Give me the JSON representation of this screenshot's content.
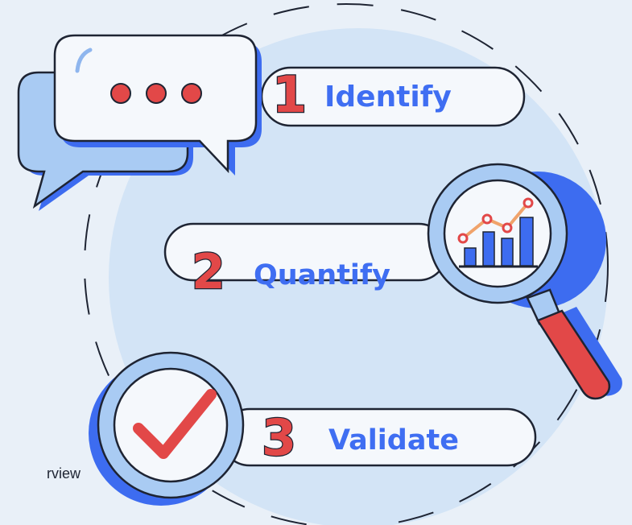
{
  "steps": [
    {
      "number": "1",
      "label": "Identify",
      "icon": "speech-bubble-icon"
    },
    {
      "number": "2",
      "label": "Quantify",
      "icon": "magnifier-chart-icon"
    },
    {
      "number": "3",
      "label": "Validate",
      "icon": "check-magnifier-icon"
    }
  ],
  "caption": "rview",
  "colors": {
    "background": "#e9f0f8",
    "circle": "#d3e4f6",
    "label_text": "#3f6ef2",
    "number_fill": "#e24848",
    "accent_blue": "#3d6cf0",
    "outline": "#1e2433",
    "pill": "#f5f8fc"
  }
}
